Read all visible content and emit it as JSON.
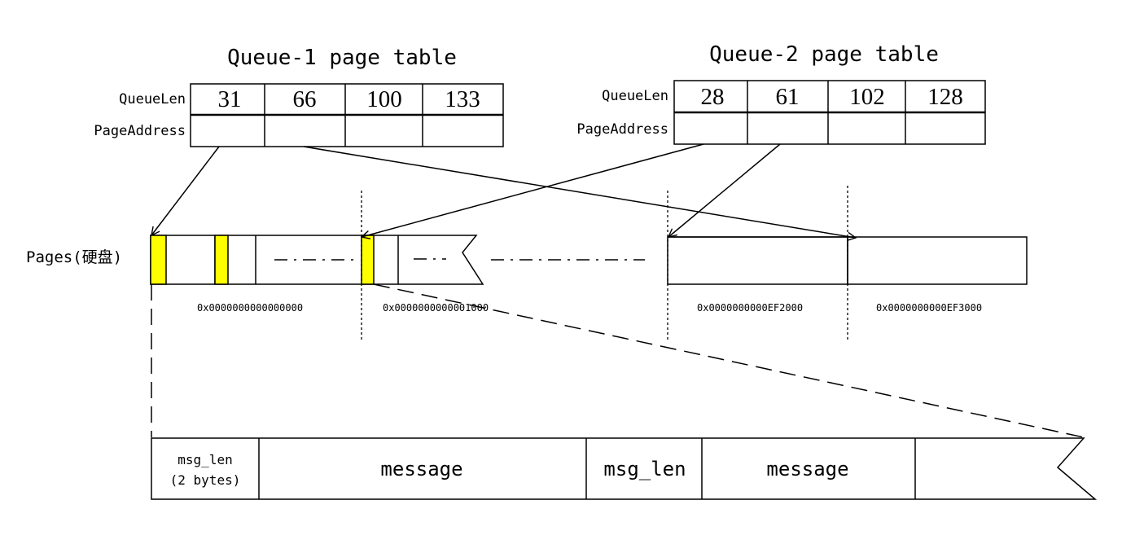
{
  "queue1": {
    "title": "Queue-1 page table",
    "row_labels": [
      "QueueLen",
      "PageAddress"
    ],
    "queue_len": [
      "31",
      "66",
      "100",
      "133"
    ]
  },
  "queue2": {
    "title": "Queue-2 page table",
    "row_labels": [
      "QueueLen",
      "PageAddress"
    ],
    "queue_len": [
      "28",
      "61",
      "102",
      "128"
    ]
  },
  "pages": {
    "label": "Pages(硬盘)",
    "addresses": [
      "0x0000000000000000",
      "0x0000000000001000",
      "0x0000000000EF2000",
      "0x0000000000EF3000"
    ],
    "highlight_color": "#ffff00"
  },
  "message_layout": {
    "msg_len_label": "msg_len",
    "msg_len_size": "(2 bytes)",
    "message_label": "message",
    "msg_len_label_2": "msg_len",
    "message_label_2": "message"
  }
}
